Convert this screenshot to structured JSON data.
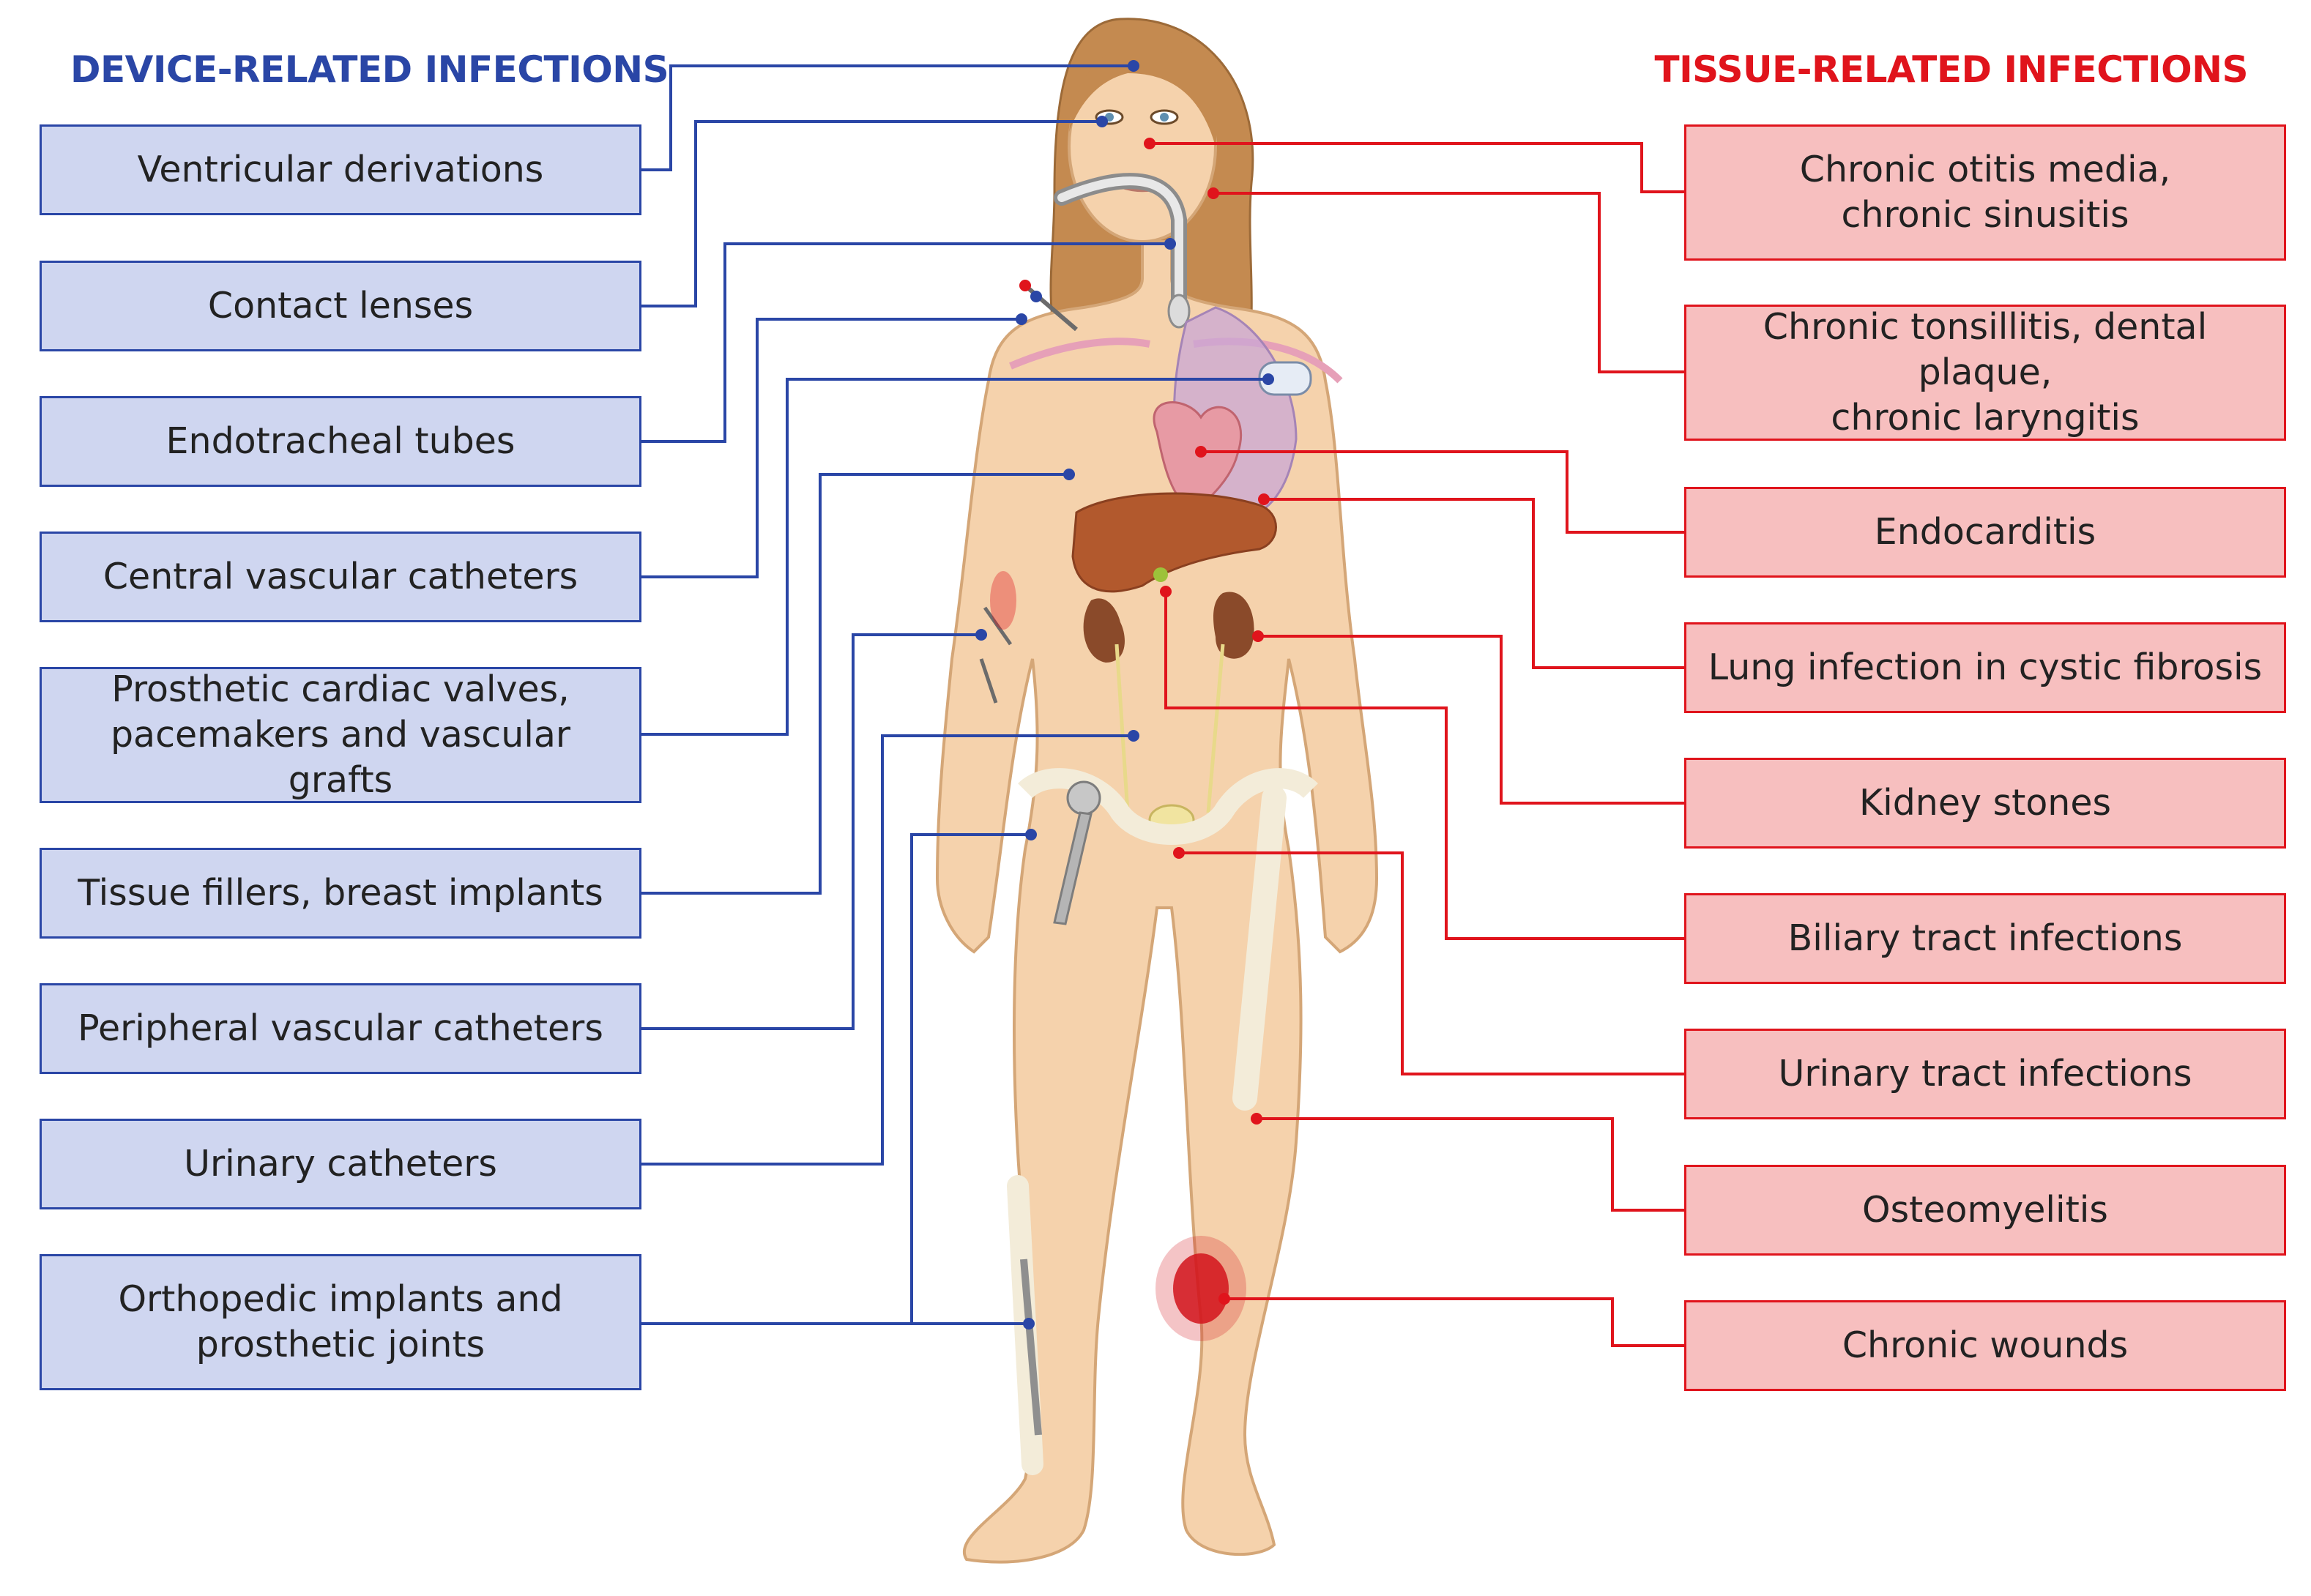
{
  "headings": {
    "device": "DEVICE-RELATED INFECTIONS",
    "tissue": "TISSUE-RELATED INFECTIONS"
  },
  "device_related": [
    {
      "label": "Ventricular derivations"
    },
    {
      "label": "Contact lenses"
    },
    {
      "label": "Endotracheal tubes"
    },
    {
      "label": "Central vascular catheters"
    },
    {
      "label": "Prosthetic cardiac valves,\npacemakers and vascular grafts"
    },
    {
      "label": "Tissue fillers, breast implants"
    },
    {
      "label": "Peripheral vascular catheters"
    },
    {
      "label": "Urinary catheters"
    },
    {
      "label": "Orthopedic implants and\nprosthetic joints"
    }
  ],
  "tissue_related": [
    {
      "label": "Chronic otitis media,\nchronic sinusitis"
    },
    {
      "label": "Chronic tonsillitis, dental plaque,\nchronic laryngitis"
    },
    {
      "label": "Endocarditis"
    },
    {
      "label": "Lung infection in cystic fibrosis"
    },
    {
      "label": "Kidney stones"
    },
    {
      "label": "Biliary tract infections"
    },
    {
      "label": "Urinary tract infections"
    },
    {
      "label": "Osteomyelitis"
    },
    {
      "label": "Chronic wounds"
    }
  ],
  "colors": {
    "device": "#2a46a6",
    "device_fill": "#cfd6f0",
    "tissue": "#e0141c",
    "tissue_fill": "#f7bfbf",
    "skin": "#f5d2ac",
    "hair": "#c48a50"
  },
  "icons": [
    "human-body-figure",
    "liver",
    "kidneys",
    "lungs",
    "heart",
    "hip-prosthesis",
    "bone-plate",
    "endotracheal-tube",
    "pacemaker",
    "wound"
  ]
}
